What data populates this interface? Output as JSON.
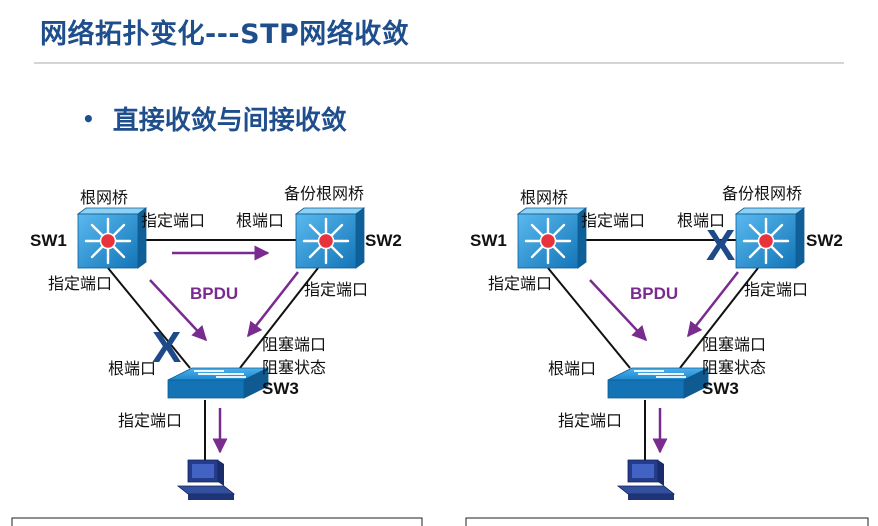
{
  "slide": {
    "title": "网络拓扑变化---STP网络收敛",
    "bullet": "直接收敛与间接收敛"
  },
  "diagram_left": {
    "sw1_name": "SW1",
    "sw2_name": "SW2",
    "sw3_name": "SW3",
    "root_bridge": "根网桥",
    "backup_root_bridge": "备份根网桥",
    "sw1_designated_right": "指定端口",
    "sw1_designated_down": "指定端口",
    "sw2_root_port": "根端口",
    "sw2_designated_port": "指定端口",
    "sw3_root_port": "根端口",
    "sw3_blocked_port": "阻塞端口",
    "sw3_blocked_state": "阻塞状态",
    "sw3_designated_port": "指定端口",
    "bpdu": "BPDU",
    "failure_mark": "X"
  },
  "diagram_right": {
    "sw1_name": "SW1",
    "sw2_name": "SW2",
    "sw3_name": "SW3",
    "root_bridge": "根网桥",
    "backup_root_bridge": "备份根网桥",
    "sw1_designated_right": "指定端口",
    "sw1_designated_down": "指定端口",
    "sw2_root_port": "根端口",
    "sw2_designated_port": "指定端口",
    "sw3_root_port": "根端口",
    "sw3_blocked_port": "阻塞端口",
    "sw3_blocked_state": "阻塞状态",
    "sw3_designated_port": "指定端口",
    "bpdu": "BPDU",
    "failure_mark": "X"
  },
  "colors": {
    "title": "#1f4e8c",
    "switch": "#1a8fd6",
    "arrow": "#7a2b8f",
    "link": "#111111",
    "failure": "#1e4a8a"
  }
}
